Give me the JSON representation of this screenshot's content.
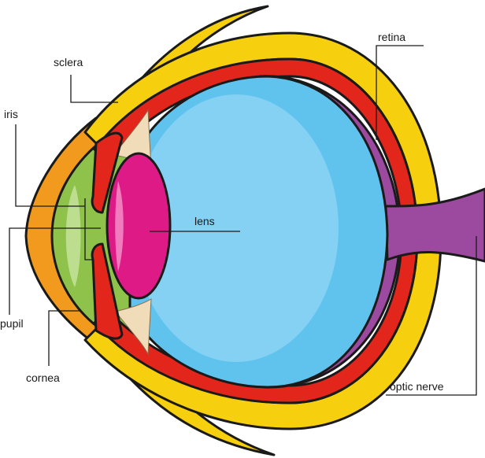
{
  "labels": {
    "sclera": "sclera",
    "retina": "retina",
    "iris": "iris",
    "lens": "lens",
    "pupil": "pupil",
    "cornea": "cornea",
    "optic_nerve": "optic nerve"
  },
  "colors": {
    "sclera": "#f6cf0f",
    "choroid": "#e2261c",
    "retina": "#9b4a9f",
    "vitreous": "#5fc3ee",
    "vitreous_highlight": "#a4dcf7",
    "lens": "#dd1a85",
    "lens_highlight": "#f07bbd",
    "aqueous": "#8ec24a",
    "aqueous_highlight": "#c4e39a",
    "cornea": "#f29a1d",
    "ciliary": "#f1dcb9"
  }
}
